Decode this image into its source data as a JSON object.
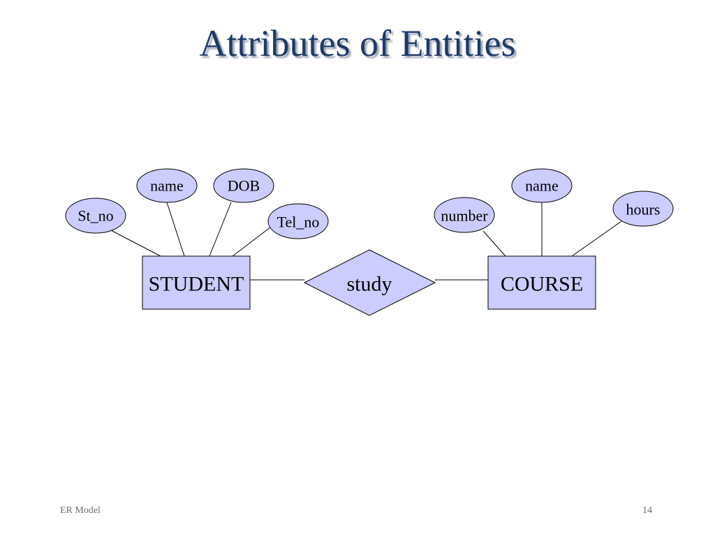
{
  "slide": {
    "title": "Attributes of Entities",
    "footer_left": "ER Model",
    "page_number": "14"
  },
  "diagram": {
    "entities": {
      "student": "STUDENT",
      "course": "COURSE"
    },
    "relationship": "study",
    "student_attributes": {
      "st_no": "St_no",
      "name": "name",
      "dob": "DOB",
      "tel_no": "Tel_no"
    },
    "course_attributes": {
      "number": "number",
      "name": "name",
      "hours": "hours"
    },
    "colors": {
      "shape_fill": "#ccccff",
      "title": "#1f3a68"
    }
  }
}
